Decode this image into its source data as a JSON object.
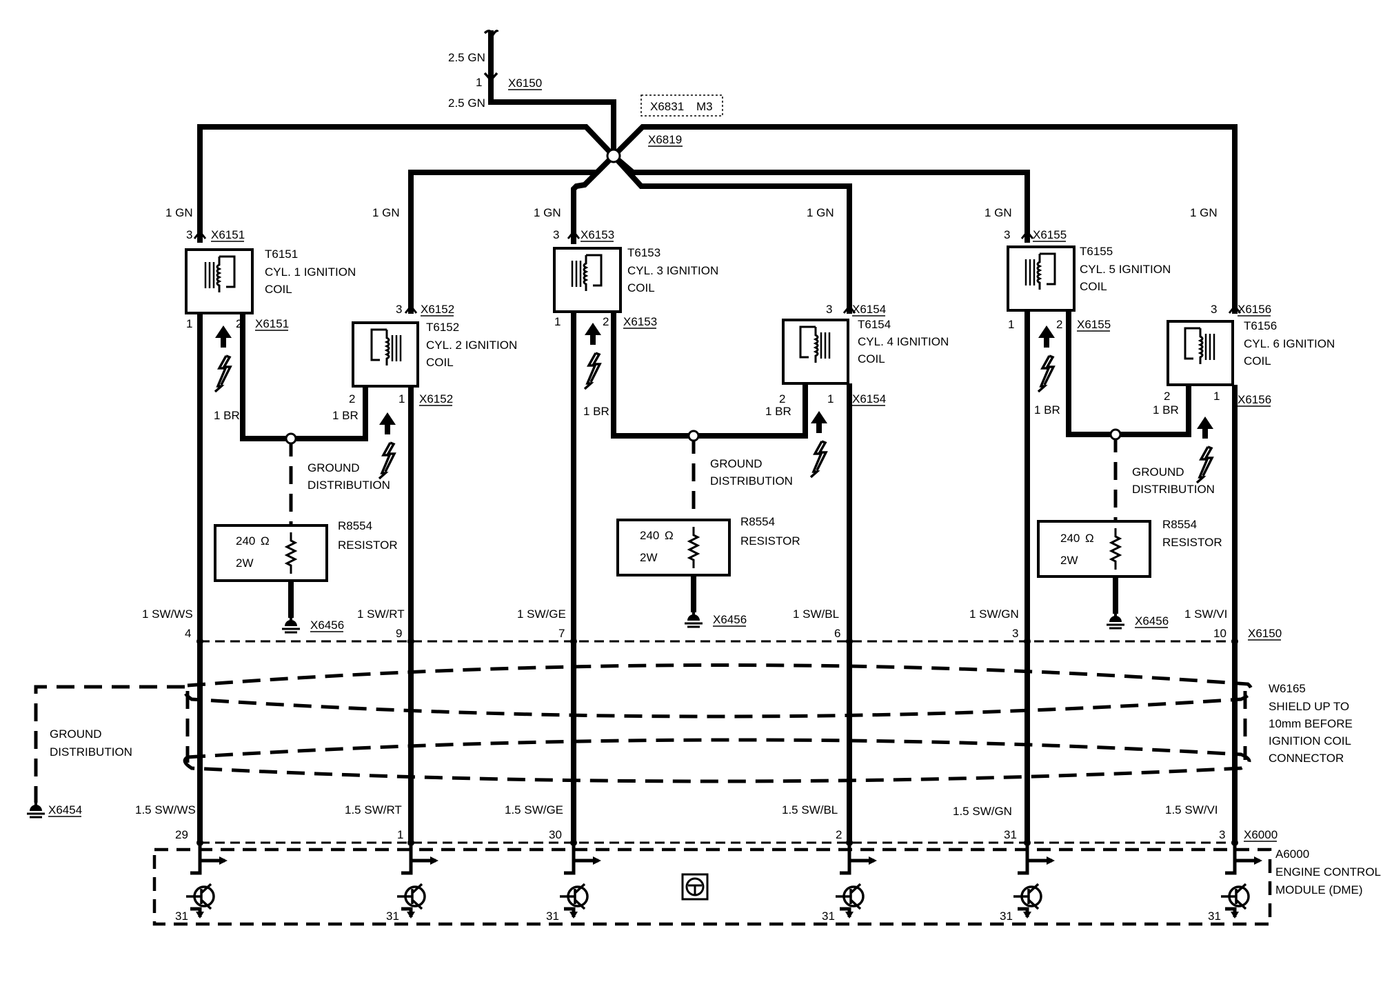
{
  "supply": {
    "top_wire": "2.5 GN",
    "pin": "1",
    "connector": "X6150",
    "lower_wire": "2.5 GN",
    "splice_label_1": "X6831",
    "splice_label_2": "M3",
    "splice": "X6819"
  },
  "coils": [
    {
      "id": "T6151",
      "name": "CYL. 1 IGNITION",
      "sub": "COIL",
      "connector": "X6151",
      "feed_wire": "1 GN",
      "pin_feed": "3",
      "pin_sig": "1",
      "pin_gnd": "2",
      "gnd_wire": "1 BR"
    },
    {
      "id": "T6152",
      "name": "CYL. 2 IGNITION",
      "sub": "COIL",
      "connector": "X6152",
      "feed_wire": "1 GN",
      "pin_feed": "3",
      "pin_sig": "1",
      "pin_gnd": "2",
      "gnd_wire": "1 BR"
    },
    {
      "id": "T6153",
      "name": "CYL. 3 IGNITION",
      "sub": "COIL",
      "connector": "X6153",
      "feed_wire": "1 GN",
      "pin_feed": "3",
      "pin_sig": "1",
      "pin_gnd": "2",
      "gnd_wire": "1 BR"
    },
    {
      "id": "T6154",
      "name": "CYL. 4 IGNITION",
      "sub": "COIL",
      "connector": "X6154",
      "feed_wire": "1 GN",
      "pin_feed": "3",
      "pin_sig": "1",
      "pin_gnd": "2",
      "gnd_wire": "1 BR"
    },
    {
      "id": "T6155",
      "name": "CYL. 5 IGNITION",
      "sub": "COIL",
      "connector": "X6155",
      "feed_wire": "1 GN",
      "pin_feed": "3",
      "pin_sig": "1",
      "pin_gnd": "2",
      "gnd_wire": "1 BR"
    },
    {
      "id": "T6156",
      "name": "CYL. 6 IGNITION",
      "sub": "COIL",
      "connector": "X6156",
      "feed_wire": "1 GN",
      "pin_feed": "3",
      "pin_sig": "1",
      "pin_gnd": "2",
      "gnd_wire": "1 BR"
    }
  ],
  "ground_distribution": {
    "line1": "GROUND",
    "line2": "DISTRIBUTION"
  },
  "resistor": {
    "id": "R8554",
    "name": "RESISTOR",
    "value": "240",
    "unit": "Ω",
    "power": "2W",
    "ground": "X6456"
  },
  "harness": {
    "connector": "X6150",
    "wires": [
      "1 SW/WS",
      "1 SW/RT",
      "1 SW/GE",
      "1 SW/BL",
      "1 SW/GN",
      "1 SW/VI"
    ],
    "pins": [
      "4",
      "9",
      "7",
      "6",
      "3",
      "10"
    ]
  },
  "shield": {
    "id": "W6165",
    "lines": [
      "SHIELD UP TO",
      "10mm BEFORE",
      "IGNITION COIL",
      "CONNECTOR"
    ],
    "ground_line1": "GROUND",
    "ground_line2": "DISTRIBUTION",
    "ground": "X6454"
  },
  "ecm": {
    "connector": "X6000",
    "wires": [
      "1.5 SW/WS",
      "1.5 SW/RT",
      "1.5 SW/GE",
      "1.5 SW/BL",
      "1.5 SW/GN",
      "1.5 SW/VI"
    ],
    "pins": [
      "29",
      "1",
      "30",
      "2",
      "31",
      "3"
    ],
    "ground_pin": "31",
    "id": "A6000",
    "name_line1": "ENGINE CONTROL",
    "name_line2": "MODULE (DME)"
  }
}
